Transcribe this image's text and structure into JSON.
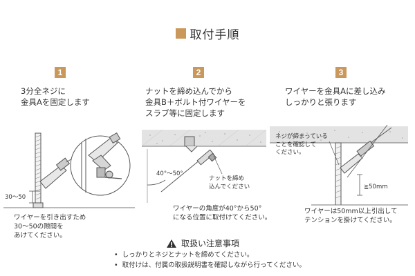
{
  "title": "取付手順",
  "steps": [
    {
      "number": "1",
      "lines": [
        "3分全ネジに",
        "金具Aを固定します"
      ],
      "measure": "30～50",
      "caption": [
        "ワイヤーを引き出すため",
        "30～50の隙間を",
        "あけてください。"
      ]
    },
    {
      "number": "2",
      "lines": [
        "ナットを締め込んでから",
        "金具B＋ボルト付ワイヤーを",
        "スラブ等に固定します"
      ],
      "angle": "40°～50°",
      "note": [
        "ナットを締め",
        "込んでください"
      ],
      "caption": [
        "ワイヤーの角度が40°から50°",
        "になる位置に取付けてください。"
      ]
    },
    {
      "number": "3",
      "lines": [
        "ワイヤーを金具Aに差し込み",
        "しっかりと張ります"
      ],
      "note": [
        "ネジが締まっている",
        "ことを確認して",
        "ください。"
      ],
      "measure": "≧50mm",
      "caption": [
        "ワイヤーは50mm以上引出して",
        "テンションを掛けてください。"
      ]
    }
  ],
  "instructions": {
    "icon": "warning-icon",
    "title": "取扱い注意事項",
    "items": [
      "しっかりとネジとナットを締めてください。",
      "取付けは、付属の取扱説明書を確認しながら行ってください。"
    ]
  },
  "colors": {
    "accent": "#c9985a",
    "text": "#333333",
    "slab": "#e3e3e3",
    "line": "#555555"
  }
}
